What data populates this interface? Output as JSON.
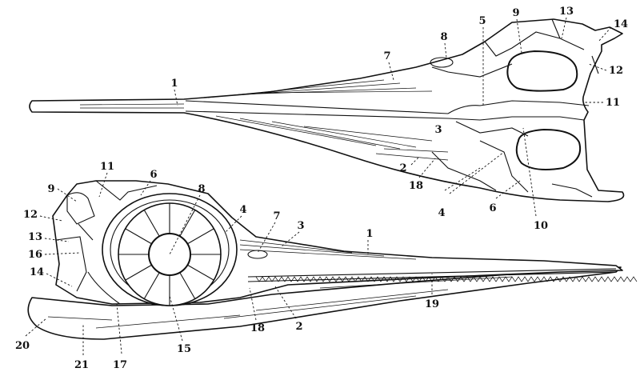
{
  "diagram": {
    "dorsal_labels": [
      "1",
      "7",
      "8",
      "5",
      "9",
      "13",
      "14",
      "12",
      "11",
      "3",
      "2",
      "18",
      "4",
      "6",
      "10"
    ],
    "lateral_labels": [
      "11",
      "9",
      "6",
      "8",
      "12",
      "13",
      "16",
      "14",
      "4",
      "7",
      "3",
      "1",
      "20",
      "21",
      "17",
      "15",
      "18",
      "2",
      "19"
    ]
  }
}
